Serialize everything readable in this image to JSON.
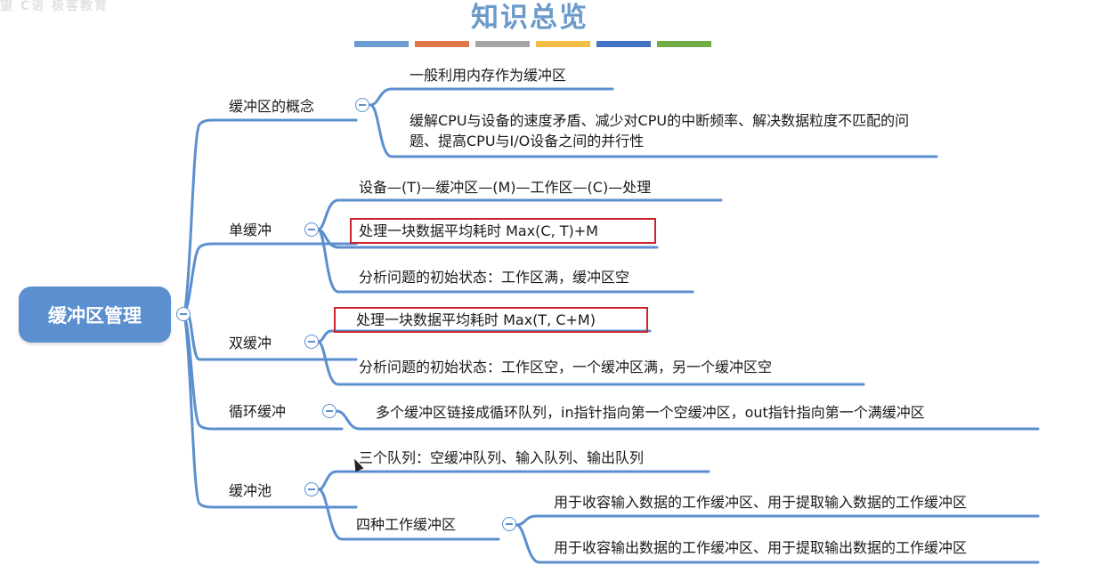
{
  "header": {
    "title": "知识总览",
    "ghost_text": "望 C语 极客教育",
    "color_bar": [
      "#6b9bd1",
      "#e0784a",
      "#a6a6a6",
      "#f2be45",
      "#4472c4",
      "#70ad47"
    ]
  },
  "root": {
    "label": "缓冲区管理"
  },
  "branches": {
    "concept": {
      "label": "缓冲区的概念",
      "items": [
        "一般利用内存作为缓冲区",
        "缓解CPU与设备的速度矛盾、减少对CPU的中断频率、解决数据粒度不匹配的问题、提高CPU与I/O设备之间的并行性"
      ]
    },
    "single": {
      "label": "单缓冲",
      "items": [
        "设备—(T)—缓冲区—(M)—工作区—(C)—处理",
        "处理一块数据平均耗时 Max(C, T)+M",
        "分析问题的初始状态：工作区满，缓冲区空"
      ]
    },
    "double": {
      "label": "双缓冲",
      "items": [
        "处理一块数据平均耗时 Max(T, C+M)",
        "分析问题的初始状态：工作区空，一个缓冲区满，另一个缓冲区空"
      ]
    },
    "circular": {
      "label": "循环缓冲",
      "items": [
        "多个缓冲区链接成循环队列，in指针指向第一个空缓冲区，out指针指向第一个满缓冲区"
      ]
    },
    "pool": {
      "label": "缓冲池",
      "items": [
        "三个队列：空缓冲队列、输入队列、输出队列"
      ],
      "sub": {
        "label": "四种工作缓冲区",
        "items": [
          "用于收容输入数据的工作缓冲区、用于提取输入数据的工作缓冲区",
          "用于收容输出数据的工作缓冲区、用于提取输出数据的工作缓冲区"
        ]
      }
    }
  },
  "colors": {
    "line": "#5b8fcf",
    "highlight": "#c9262c",
    "title": "#6b9ac9"
  }
}
